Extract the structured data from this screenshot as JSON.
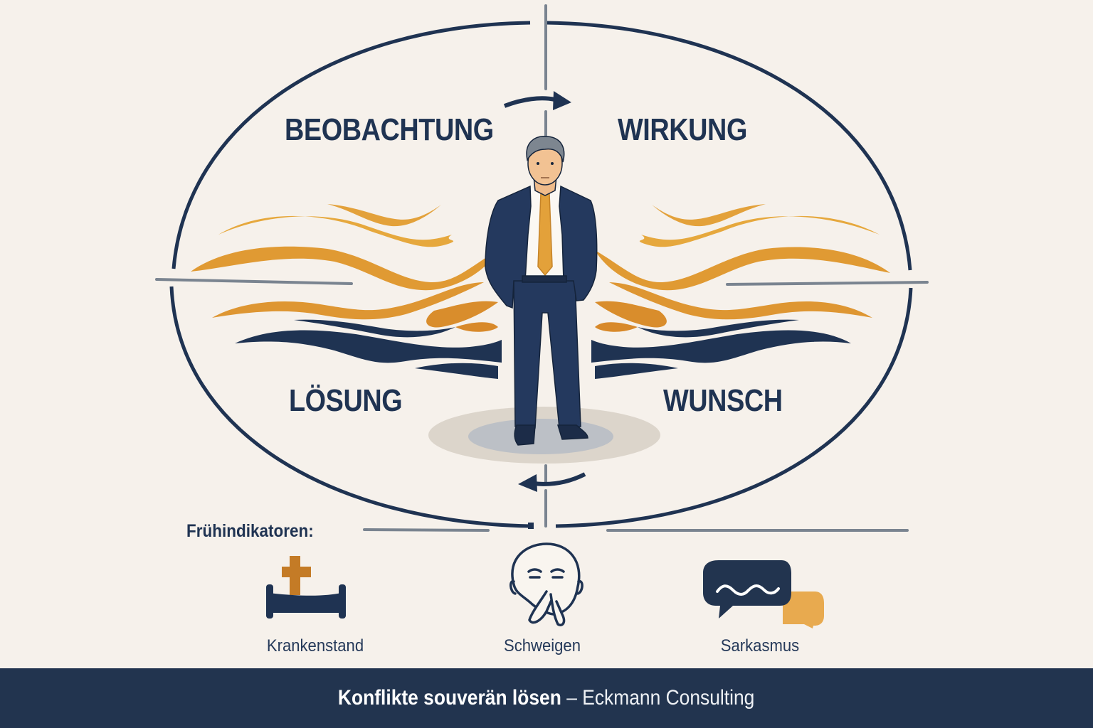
{
  "diagram": {
    "quadrants": [
      {
        "id": "top-left",
        "label": "BEOBACHTUNG"
      },
      {
        "id": "top-right",
        "label": "WIRKUNG"
      },
      {
        "id": "bottom-left",
        "label": "LÖSUNG"
      },
      {
        "id": "bottom-right",
        "label": "WUNSCH"
      }
    ],
    "center_figure": "businessman-icon",
    "flow_arrows": [
      "arrow-right-top",
      "arrow-left-bottom"
    ]
  },
  "indicators": {
    "title": "Frühindikatoren:",
    "items": [
      {
        "label": "Krankenstand",
        "icon": "sick-bed-icon"
      },
      {
        "label": "Schweigen",
        "icon": "silent-face-icon"
      },
      {
        "label": "Sarkasmus",
        "icon": "speech-bubbles-icon"
      }
    ]
  },
  "footer": {
    "title": "Konflikte souverän lösen",
    "separator": " – ",
    "company": "Eckmann Consulting"
  },
  "colors": {
    "navy": "#1f3352",
    "gold": "#e3a13a",
    "background": "#f6f1eb",
    "footer_bg": "#22344f",
    "gray_line": "#7a8490"
  }
}
